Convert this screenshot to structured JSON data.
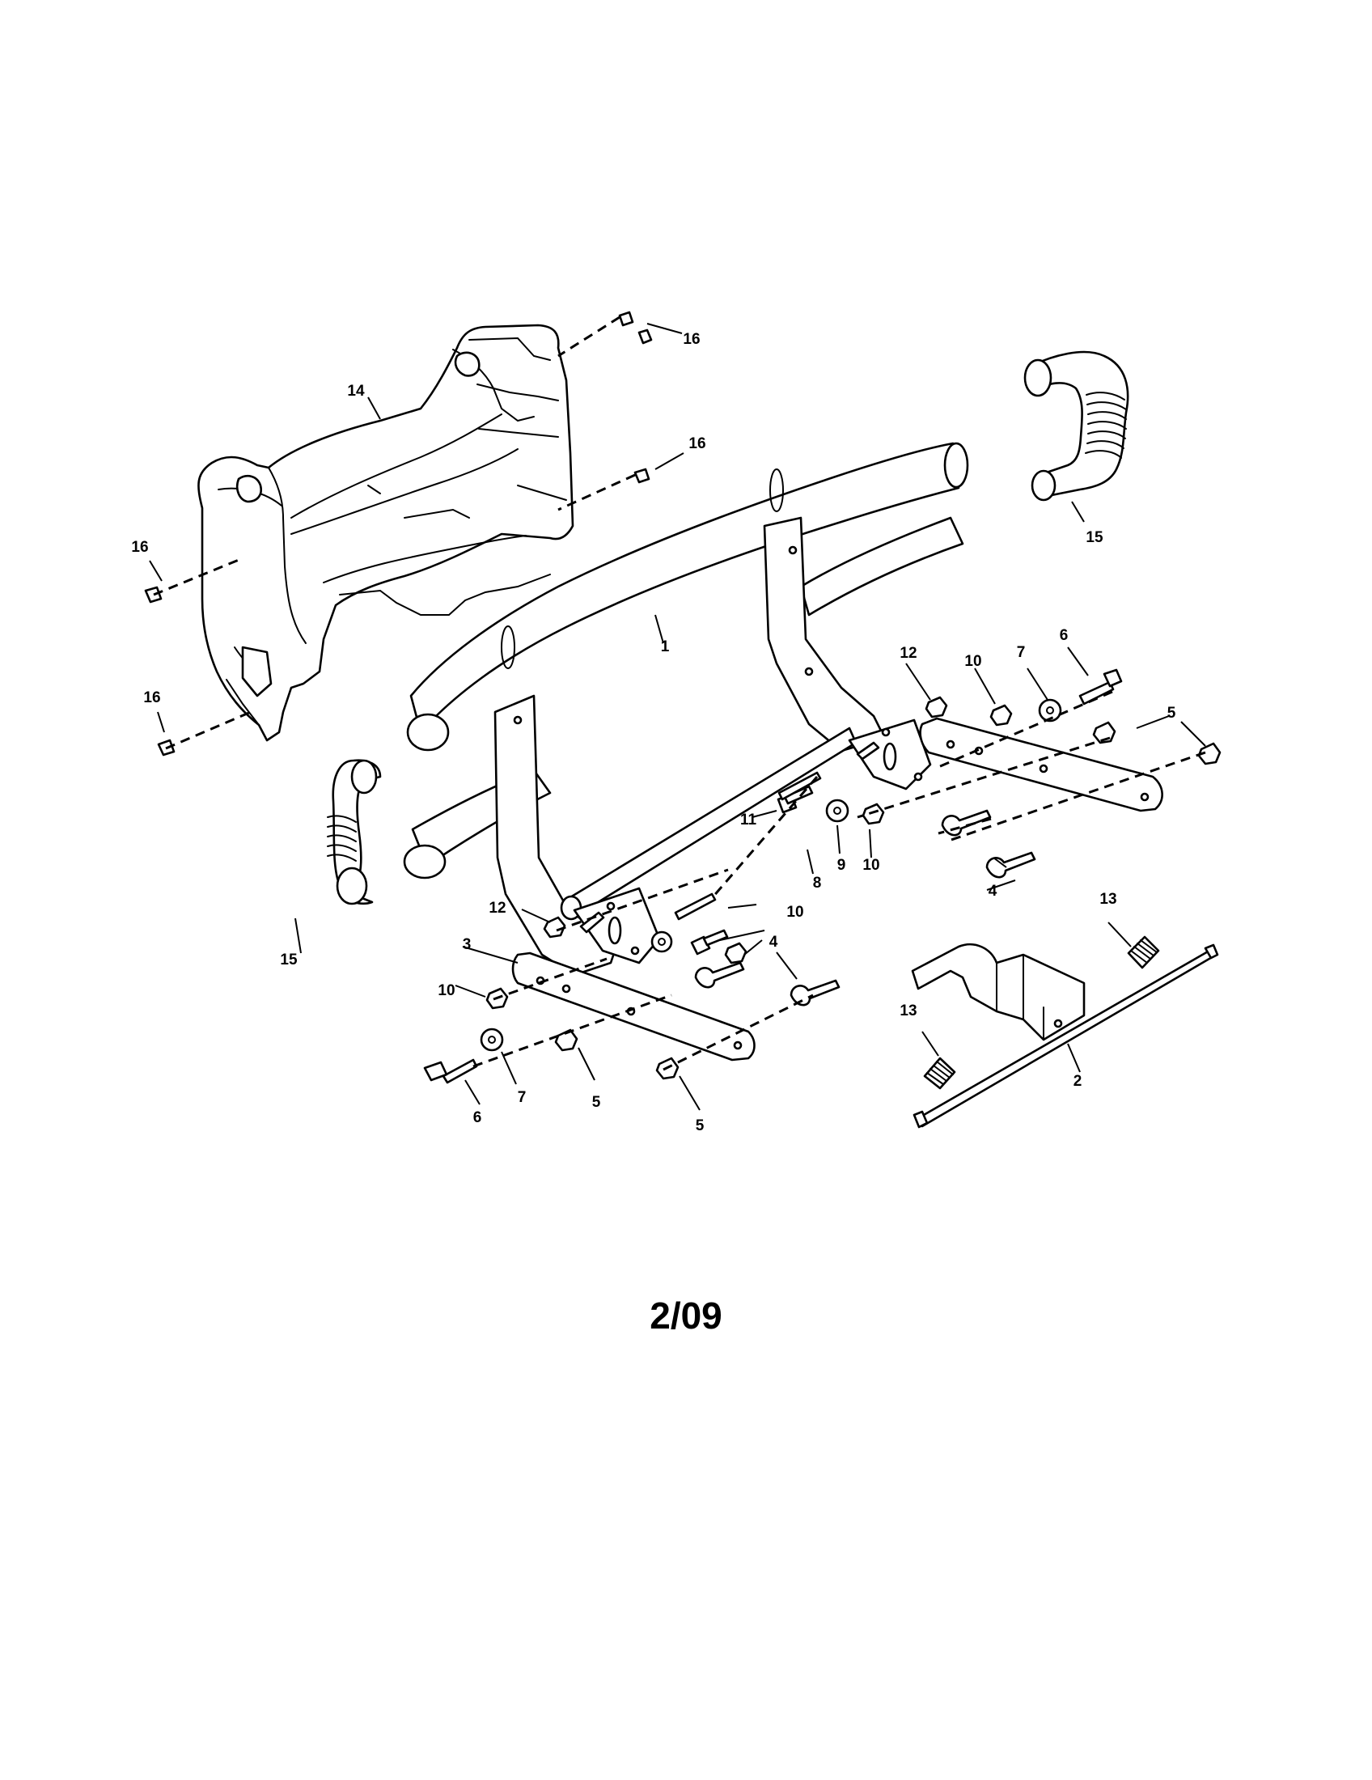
{
  "diagram": {
    "callouts": {
      "c1": "1",
      "c2": "2",
      "c3": "3",
      "c4a": "4",
      "c4b": "4",
      "c5a": "5",
      "c5b": "5",
      "c5c": "5",
      "c6a": "6",
      "c6b": "6",
      "c7a": "7",
      "c7b": "7",
      "c8": "8",
      "c9": "9",
      "c10a": "10",
      "c10b": "10",
      "c10c": "10",
      "c10d": "10",
      "c11": "11",
      "c12a": "12",
      "c12b": "12",
      "c13a": "13",
      "c13b": "13",
      "c14": "14",
      "c15a": "15",
      "c15b": "15",
      "c16a": "16",
      "c16b": "16",
      "c16c": "16",
      "c16d": "16"
    }
  },
  "footer": {
    "date": "2/09"
  }
}
